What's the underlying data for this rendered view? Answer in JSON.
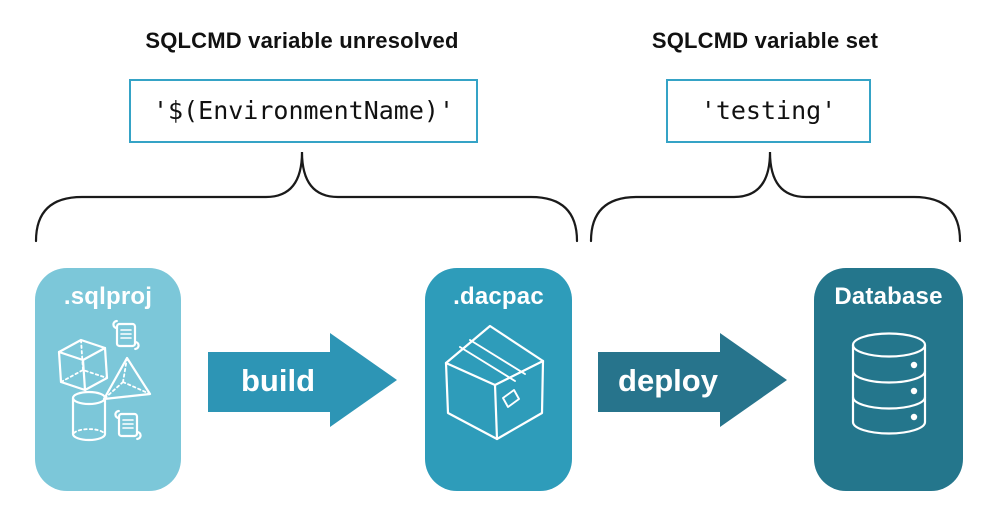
{
  "annotations": {
    "left": {
      "title": "SQLCMD variable unresolved",
      "code": "'$(EnvironmentName)'"
    },
    "right": {
      "title": "SQLCMD variable set",
      "code": "'testing'"
    }
  },
  "pipeline": {
    "sqlproj": {
      "label": ".sqlproj",
      "fill": "#7CC7D9",
      "icons": [
        "cube-icon",
        "sql-script-scroll-icon",
        "pyramid-icon",
        "cylinder-icon",
        "sql-script-scroll-icon"
      ]
    },
    "build": {
      "label": "build",
      "fill": "#2D95B5"
    },
    "dacpac": {
      "label": ".dacpac",
      "fill": "#2E9CBA",
      "icons": [
        "package-box-icon"
      ]
    },
    "deploy": {
      "label": "deploy",
      "fill": "#27748C"
    },
    "database": {
      "label": "Database",
      "fill": "#24768C",
      "icons": [
        "database-cylinder-icon"
      ]
    }
  },
  "colors": {
    "code_box_border": "#35A3C6",
    "brace_stroke": "#1A1A1A",
    "heading_text": "#111111",
    "code_text": "#111111",
    "card_label_text": "#FFFFFF",
    "icon_stroke": "#FFFFFF",
    "background": "#FFFFFF"
  }
}
